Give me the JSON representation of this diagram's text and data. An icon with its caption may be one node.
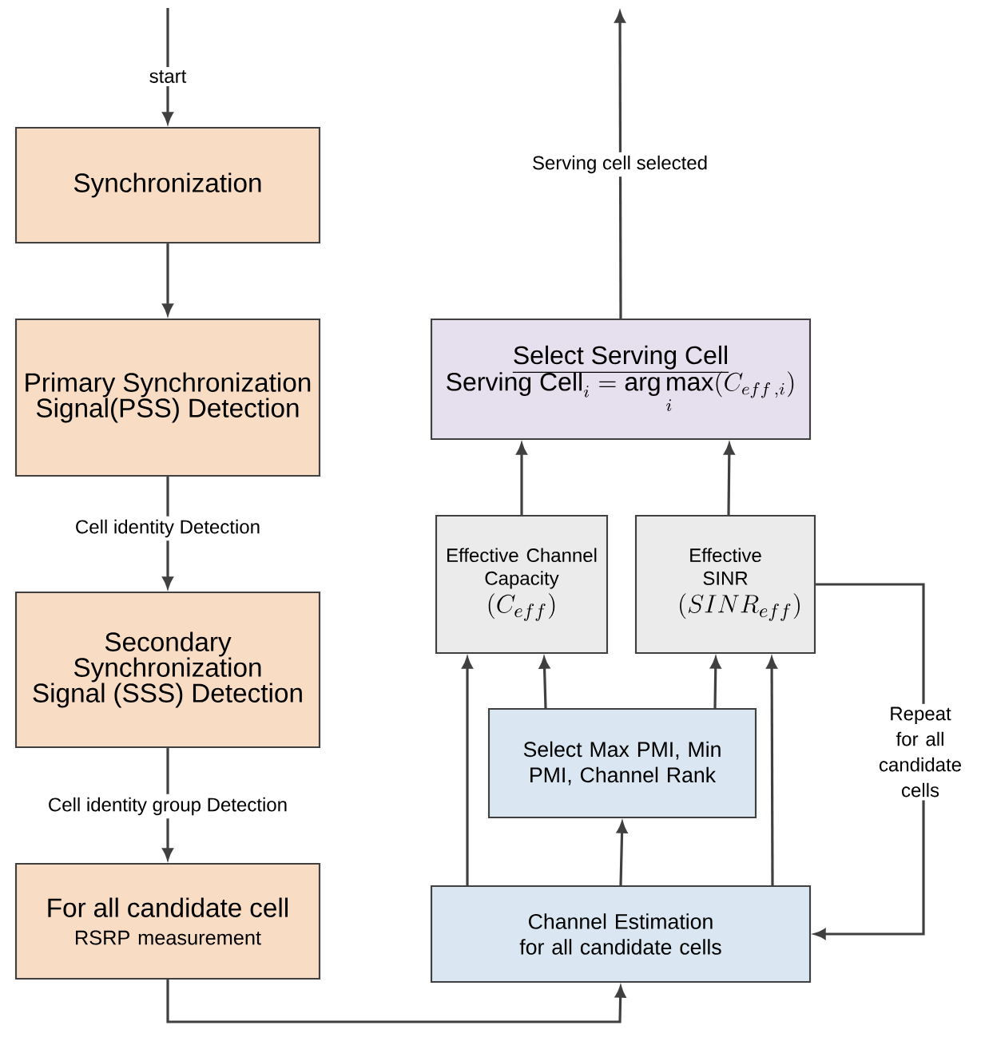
{
  "diagram": {
    "nodes": [
      {
        "text": [
          "Synchronization"
        ]
      },
      {
        "text": [
          "Primary Synchronization Signal(PSS) Detection"
        ]
      },
      {
        "text": [
          "Secondary Synchronization Signal (SSS) Detection"
        ]
      },
      {
        "text": [
          "For all candidate cell",
          "RSRP measurement"
        ]
      },
      {
        "text": [
          "Select Serving Cell",
          "\\mathrm{Serving\\ Cell}_{i}=\\mathop{\\mathrm{arg\\,max}}\\limits_{i}(C_{eff\\,,i})"
        ]
      },
      {
        "text": [
          "Effective Channel Capacity",
          "(C_{eff})"
        ]
      },
      {
        "text": [
          "Effective SINR",
          "(SINR_{eff})"
        ]
      },
      {
        "text": [
          "Select Max PMI, Min PMI, Channel Rank"
        ]
      },
      {
        "text": [
          "Channel Estimation for all candidate cells"
        ]
      }
    ],
    "edges": [
      {
        "from": null,
        "to": 0,
        "arrow": "to",
        "label": "start"
      },
      {
        "from": 0,
        "to": 1,
        "arrow": "to"
      },
      {
        "from": 1,
        "to": 2,
        "arrow": "to",
        "label": "Cell identity Detection"
      },
      {
        "from": 2,
        "to": 3,
        "arrow": "to",
        "label": "Cell identity group Detection"
      },
      {
        "from": 3,
        "to": 8,
        "arrow": "to"
      },
      {
        "from": 8,
        "to": 5,
        "arrow": "to"
      },
      {
        "from": 8,
        "to": 7,
        "arrow": "to"
      },
      {
        "from": 8,
        "to": 6,
        "arrow": "to"
      },
      {
        "from": 7,
        "to": 5,
        "arrow": "to"
      },
      {
        "from": 7,
        "to": 6,
        "arrow": "to"
      },
      {
        "from": 5,
        "to": 4,
        "arrow": "to"
      },
      {
        "from": 6,
        "to": 4,
        "arrow": "to"
      },
      {
        "from": 6,
        "to": 8,
        "arrow": "to",
        "label": "Repeat for all candidate cells"
      },
      {
        "from": 4,
        "to": null,
        "arrow": "to",
        "label": "Serving cell selected"
      }
    ]
  }
}
